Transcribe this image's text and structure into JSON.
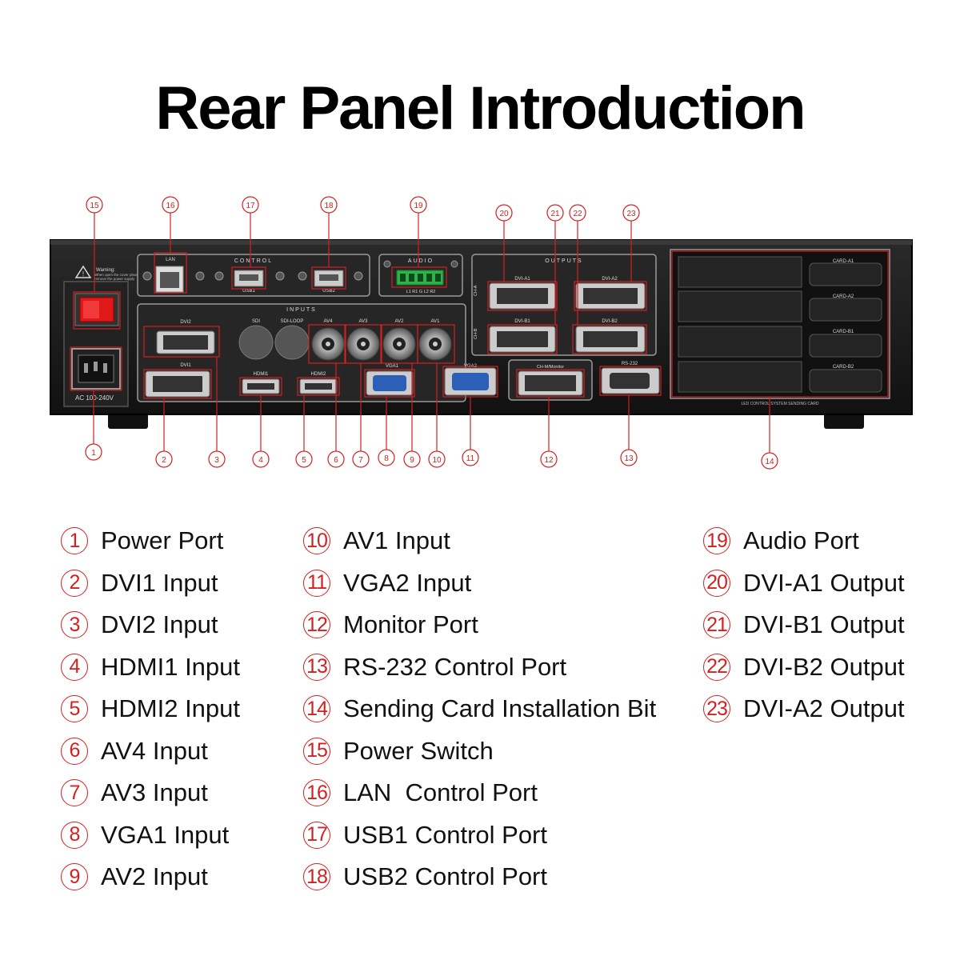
{
  "title": "Rear Panel Introduction",
  "device_labels": {
    "warning_title": "Warning:",
    "warning_text_1": "When open the cover please",
    "warning_text_2": "remove the power supply",
    "ac": "AC 100-240V",
    "lan": "LAN",
    "control": "CONTROL",
    "usb1": "USB1",
    "usb2": "USB2",
    "audio": "AUDIO",
    "audio_pins": "L1 R1 G L2 R2",
    "inputs": "INPUTS",
    "dvi2": "DVI2",
    "dvi1": "DVI1",
    "sdi": "SDI",
    "sdi_loop": "SDI-LOOP",
    "av4": "AV4",
    "av3": "AV3",
    "av2": "AV2",
    "av1": "AV1",
    "hdmi1": "HDMI1",
    "hdmi2": "HDMI2",
    "vga1": "VGA1",
    "vga2": "VGA2",
    "outputs": "OUTPUTS",
    "dvi_a1": "DVI-A1",
    "dvi_a2": "DVI-A2",
    "dvi_b1": "DVI-B1",
    "dvi_b2": "DVI-B2",
    "ch_a": "CH-A",
    "ch_b": "CH-B",
    "monitor": "CH-M/Monitor",
    "rs232": "RS-232",
    "card_a1": "CARD-A1",
    "card_a2": "CARD-A2",
    "card_b1": "CARD-B1",
    "card_b2": "CARD-B2",
    "sending_card": "LED CONTROL SYSTEM SENDING CARD"
  },
  "callouts": [
    "1",
    "2",
    "3",
    "4",
    "5",
    "6",
    "7",
    "8",
    "9",
    "10",
    "11",
    "12",
    "13",
    "14",
    "15",
    "16",
    "17",
    "18",
    "19",
    "20",
    "21",
    "22",
    "23"
  ],
  "legend": {
    "col1": [
      {
        "num": "1",
        "label": "Power Port"
      },
      {
        "num": "2",
        "label": "DVI1 Input"
      },
      {
        "num": "3",
        "label": "DVI2 Input"
      },
      {
        "num": "4",
        "label": "HDMI1 Input"
      },
      {
        "num": "5",
        "label": "HDMI2 Input"
      },
      {
        "num": "6",
        "label": "AV4 Input"
      },
      {
        "num": "7",
        "label": "AV3 Input"
      },
      {
        "num": "8",
        "label": "VGA1 Input"
      },
      {
        "num": "9",
        "label": "AV2 Input"
      }
    ],
    "col2": [
      {
        "num": "10",
        "label": "AV1 Input"
      },
      {
        "num": "11",
        "label": "VGA2 Input"
      },
      {
        "num": "12",
        "label": "Monitor Port"
      },
      {
        "num": "13",
        "label": "RS-232 Control Port"
      },
      {
        "num": "14",
        "label": "Sending Card Installation Bit"
      },
      {
        "num": "15",
        "label": "Power Switch"
      },
      {
        "num": "16",
        "label": "LAN  Control Port"
      },
      {
        "num": "17",
        "label": "USB1 Control Port"
      },
      {
        "num": "18",
        "label": "USB2 Control Port"
      }
    ],
    "col3": [
      {
        "num": "19",
        "label": "Audio Port"
      },
      {
        "num": "20",
        "label": "DVI-A1 Output"
      },
      {
        "num": "21",
        "label": "DVI-B1 Output"
      },
      {
        "num": "22",
        "label": "DVI-B2 Output"
      },
      {
        "num": "23",
        "label": "DVI-A2 Output"
      }
    ]
  },
  "colors": {
    "callout": "#d42020",
    "chassis": "#1b1b1b",
    "panel_label": "#e8e8e8",
    "switch": "#e01818"
  }
}
